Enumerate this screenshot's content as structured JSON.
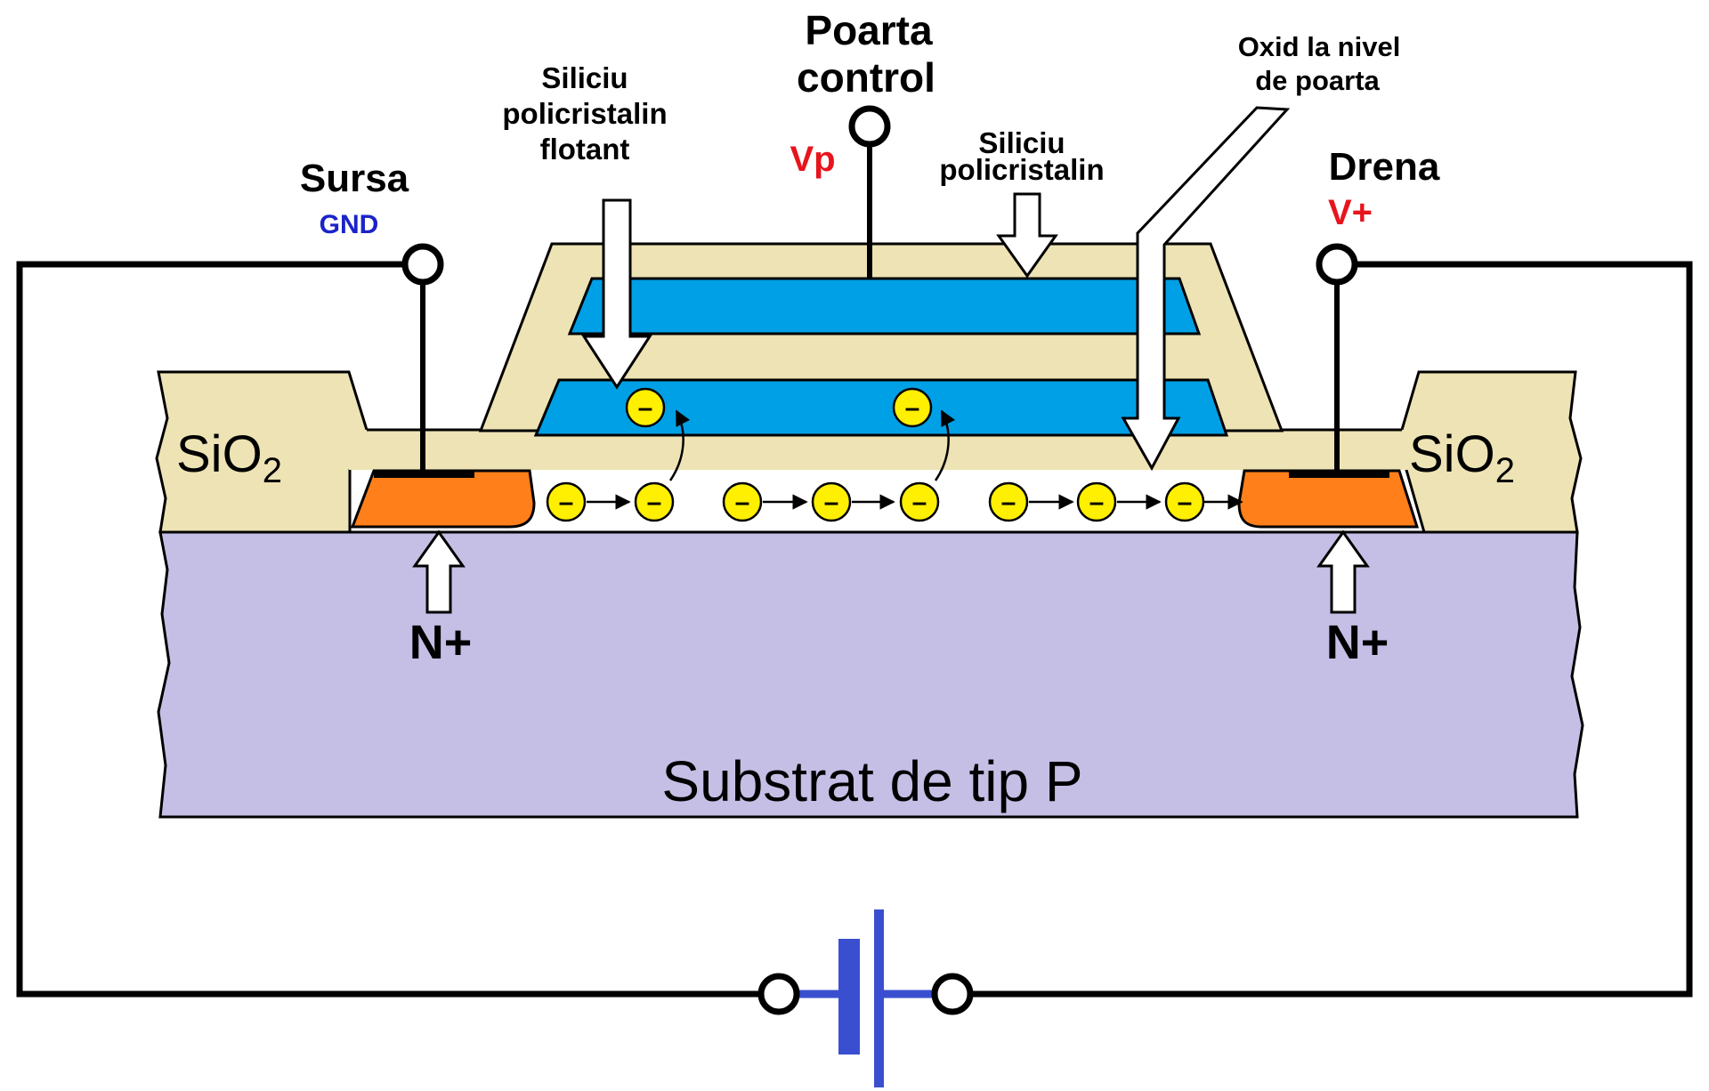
{
  "labels": {
    "source": "Sursa",
    "source_voltage": "GND",
    "gate": "Poarta",
    "gate_line2": "control",
    "gate_voltage": "Vp",
    "floating_poly_1": "Siliciu",
    "floating_poly_2": "policristalin",
    "floating_poly_3": "flotant",
    "control_poly_1": "Siliciu",
    "control_poly_2": "policristalin",
    "gate_oxide_1": "Oxid la nivel",
    "gate_oxide_2": "de poarta",
    "drain": "Drena",
    "drain_voltage": "V+",
    "sio2_left": "SiO",
    "sio2_left_sub": "2",
    "sio2_right": "SiO",
    "sio2_right_sub": "2",
    "n_plus_left": "N+",
    "n_plus_right": "N+",
    "substrate": "Substrat de tip P",
    "electron_symbol": "–"
  },
  "colors": {
    "substrate": "#c5bfe6",
    "oxide": "#ede3b4",
    "polysilicon": "#00a0e6",
    "n_plus": "#ff7f1a",
    "electron": "#ffef00",
    "wire": "#000000",
    "battery": "#3a4fcf",
    "voltage_red": "#e8141c",
    "voltage_blue": "#1a23c8"
  }
}
